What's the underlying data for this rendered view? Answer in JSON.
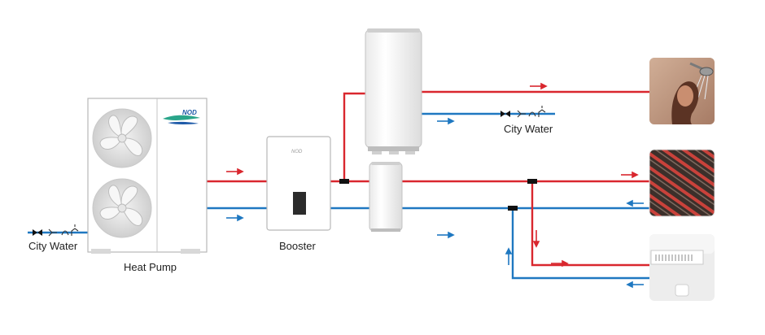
{
  "labels": {
    "heat_pump": "Heat Pump",
    "booster": "Booster",
    "city_water_left": "City Water",
    "city_water_right": "City Water"
  },
  "logos": {
    "heat_pump_brand": "NOD",
    "booster_brand": "NOD"
  },
  "colors": {
    "hot_pipe": "#d9272e",
    "cold_pipe": "#1f78c1",
    "fan_gray": "#d4d4d4",
    "brand_green": "#2aa58a",
    "brand_blue": "#1e5aa8"
  },
  "icons": [
    "shower-photo",
    "floor-heating-photo",
    "fan-coil-photo"
  ]
}
